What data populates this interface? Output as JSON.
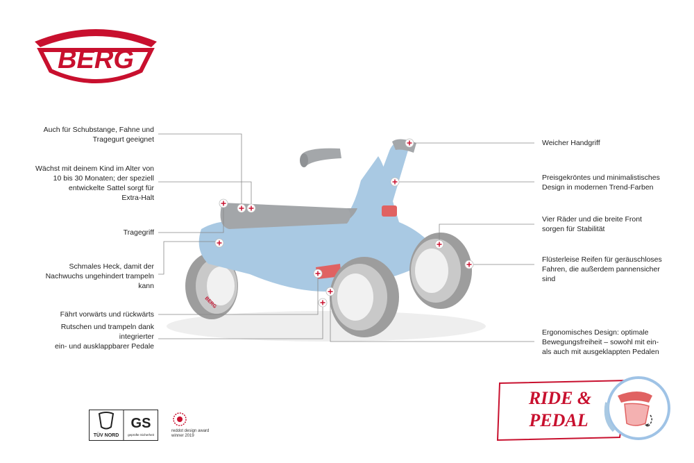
{
  "brand": {
    "logo_text": "BERG",
    "color": "#c8102e"
  },
  "product": {
    "body_color": "#a9c9e3",
    "wheel_color": "#b3b3b3",
    "accent_red": "#e06262"
  },
  "callouts_left": [
    {
      "lines": [
        "Auch für Schubstange, Fahne und",
        "Tragegurt geeignet"
      ]
    },
    {
      "lines": [
        "Wächst mit deinem Kind im Alter von",
        "10 bis 30 Monaten; der speziell",
        "entwickelte Sattel sorgt für",
        "Extra-Halt"
      ]
    },
    {
      "lines": [
        "Tragegriff"
      ]
    },
    {
      "lines": [
        "Schmales Heck, damit der",
        "Nachwuchs ungehindert trampeln",
        "kann"
      ]
    },
    {
      "lines": [
        "Fährt vorwärts und rückwärts"
      ]
    },
    {
      "lines": [
        "Rutschen und trampeln dank",
        "integrierter",
        "ein- und ausklappbarer Pedale"
      ]
    }
  ],
  "callouts_right": [
    {
      "lines": [
        "Weicher Handgriff"
      ]
    },
    {
      "lines": [
        "Preisgekröntes und minimalistisches",
        "Design in modernen Trend-Farben"
      ]
    },
    {
      "lines": [
        "Vier Räder und die breite Front",
        "sorgen für Stabilität"
      ]
    },
    {
      "lines": [
        "Flüsterleise Reifen für geräuschloses",
        "Fahren, die außerdem pannensicher",
        "sind"
      ]
    },
    {
      "lines": [
        "Ergonomisches Design: optimale",
        "Bewegungsfreiheit – sowohl mit ein-",
        "als auch mit ausgeklappten Pedalen"
      ]
    }
  ],
  "certifications": {
    "tuv": "TÜV NORD",
    "gs": "GS",
    "gs_sub": "geprüfte Sicherheit",
    "reddot_line1": "reddot design award",
    "reddot_line2": "winner 2019"
  },
  "badge": {
    "line1": "RIDE &",
    "line2": "PEDAL"
  },
  "wheel_logo": "BERG"
}
